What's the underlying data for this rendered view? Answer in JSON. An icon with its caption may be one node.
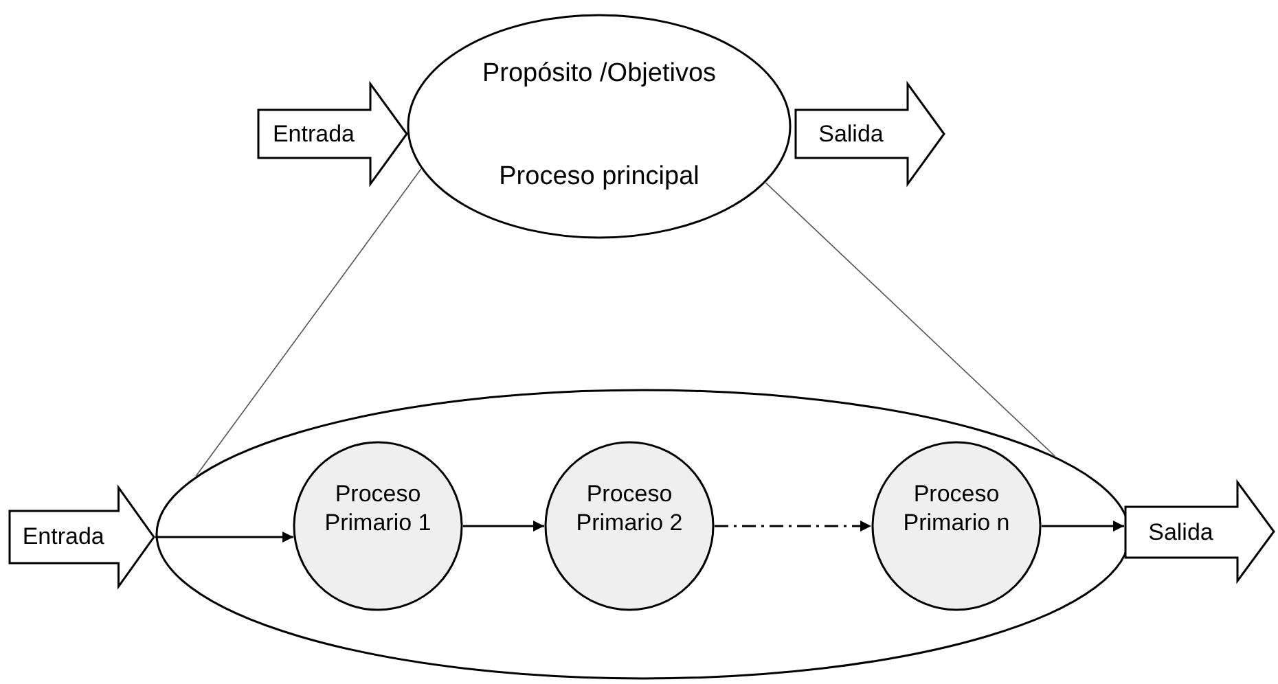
{
  "diagram": {
    "nodes": [
      {
        "text": [
          "Entrada"
        ]
      },
      {
        "text": [
          "Propósito /Objetivos",
          "Proceso principal"
        ]
      },
      {
        "text": [
          "Salida"
        ]
      },
      {
        "text": [
          "Entrada"
        ]
      },
      {
        "text": [],
        "shape": "ellipse"
      },
      {
        "text": [
          "Proceso Primario 1"
        ],
        "in": 4
      },
      {
        "text": [
          "Proceso Primario 2"
        ],
        "in": 4
      },
      {
        "text": [
          "Proceso Primario n"
        ],
        "in": 4
      },
      {
        "text": [
          "Salida"
        ]
      }
    ],
    "edges": [
      {
        "from": 1,
        "to": 4,
        "arrow": "none",
        "color": "#555555"
      },
      {
        "from": 1,
        "to": 4,
        "arrow": "none",
        "color": "#555555"
      },
      {
        "from": 3,
        "to": 5,
        "arrow": "to"
      },
      {
        "from": 5,
        "to": 6,
        "arrow": "to"
      },
      {
        "from": 6,
        "to": 7,
        "arrow": "to",
        "style": "dashed"
      },
      {
        "from": 7,
        "to": 8,
        "arrow": "to"
      }
    ]
  }
}
